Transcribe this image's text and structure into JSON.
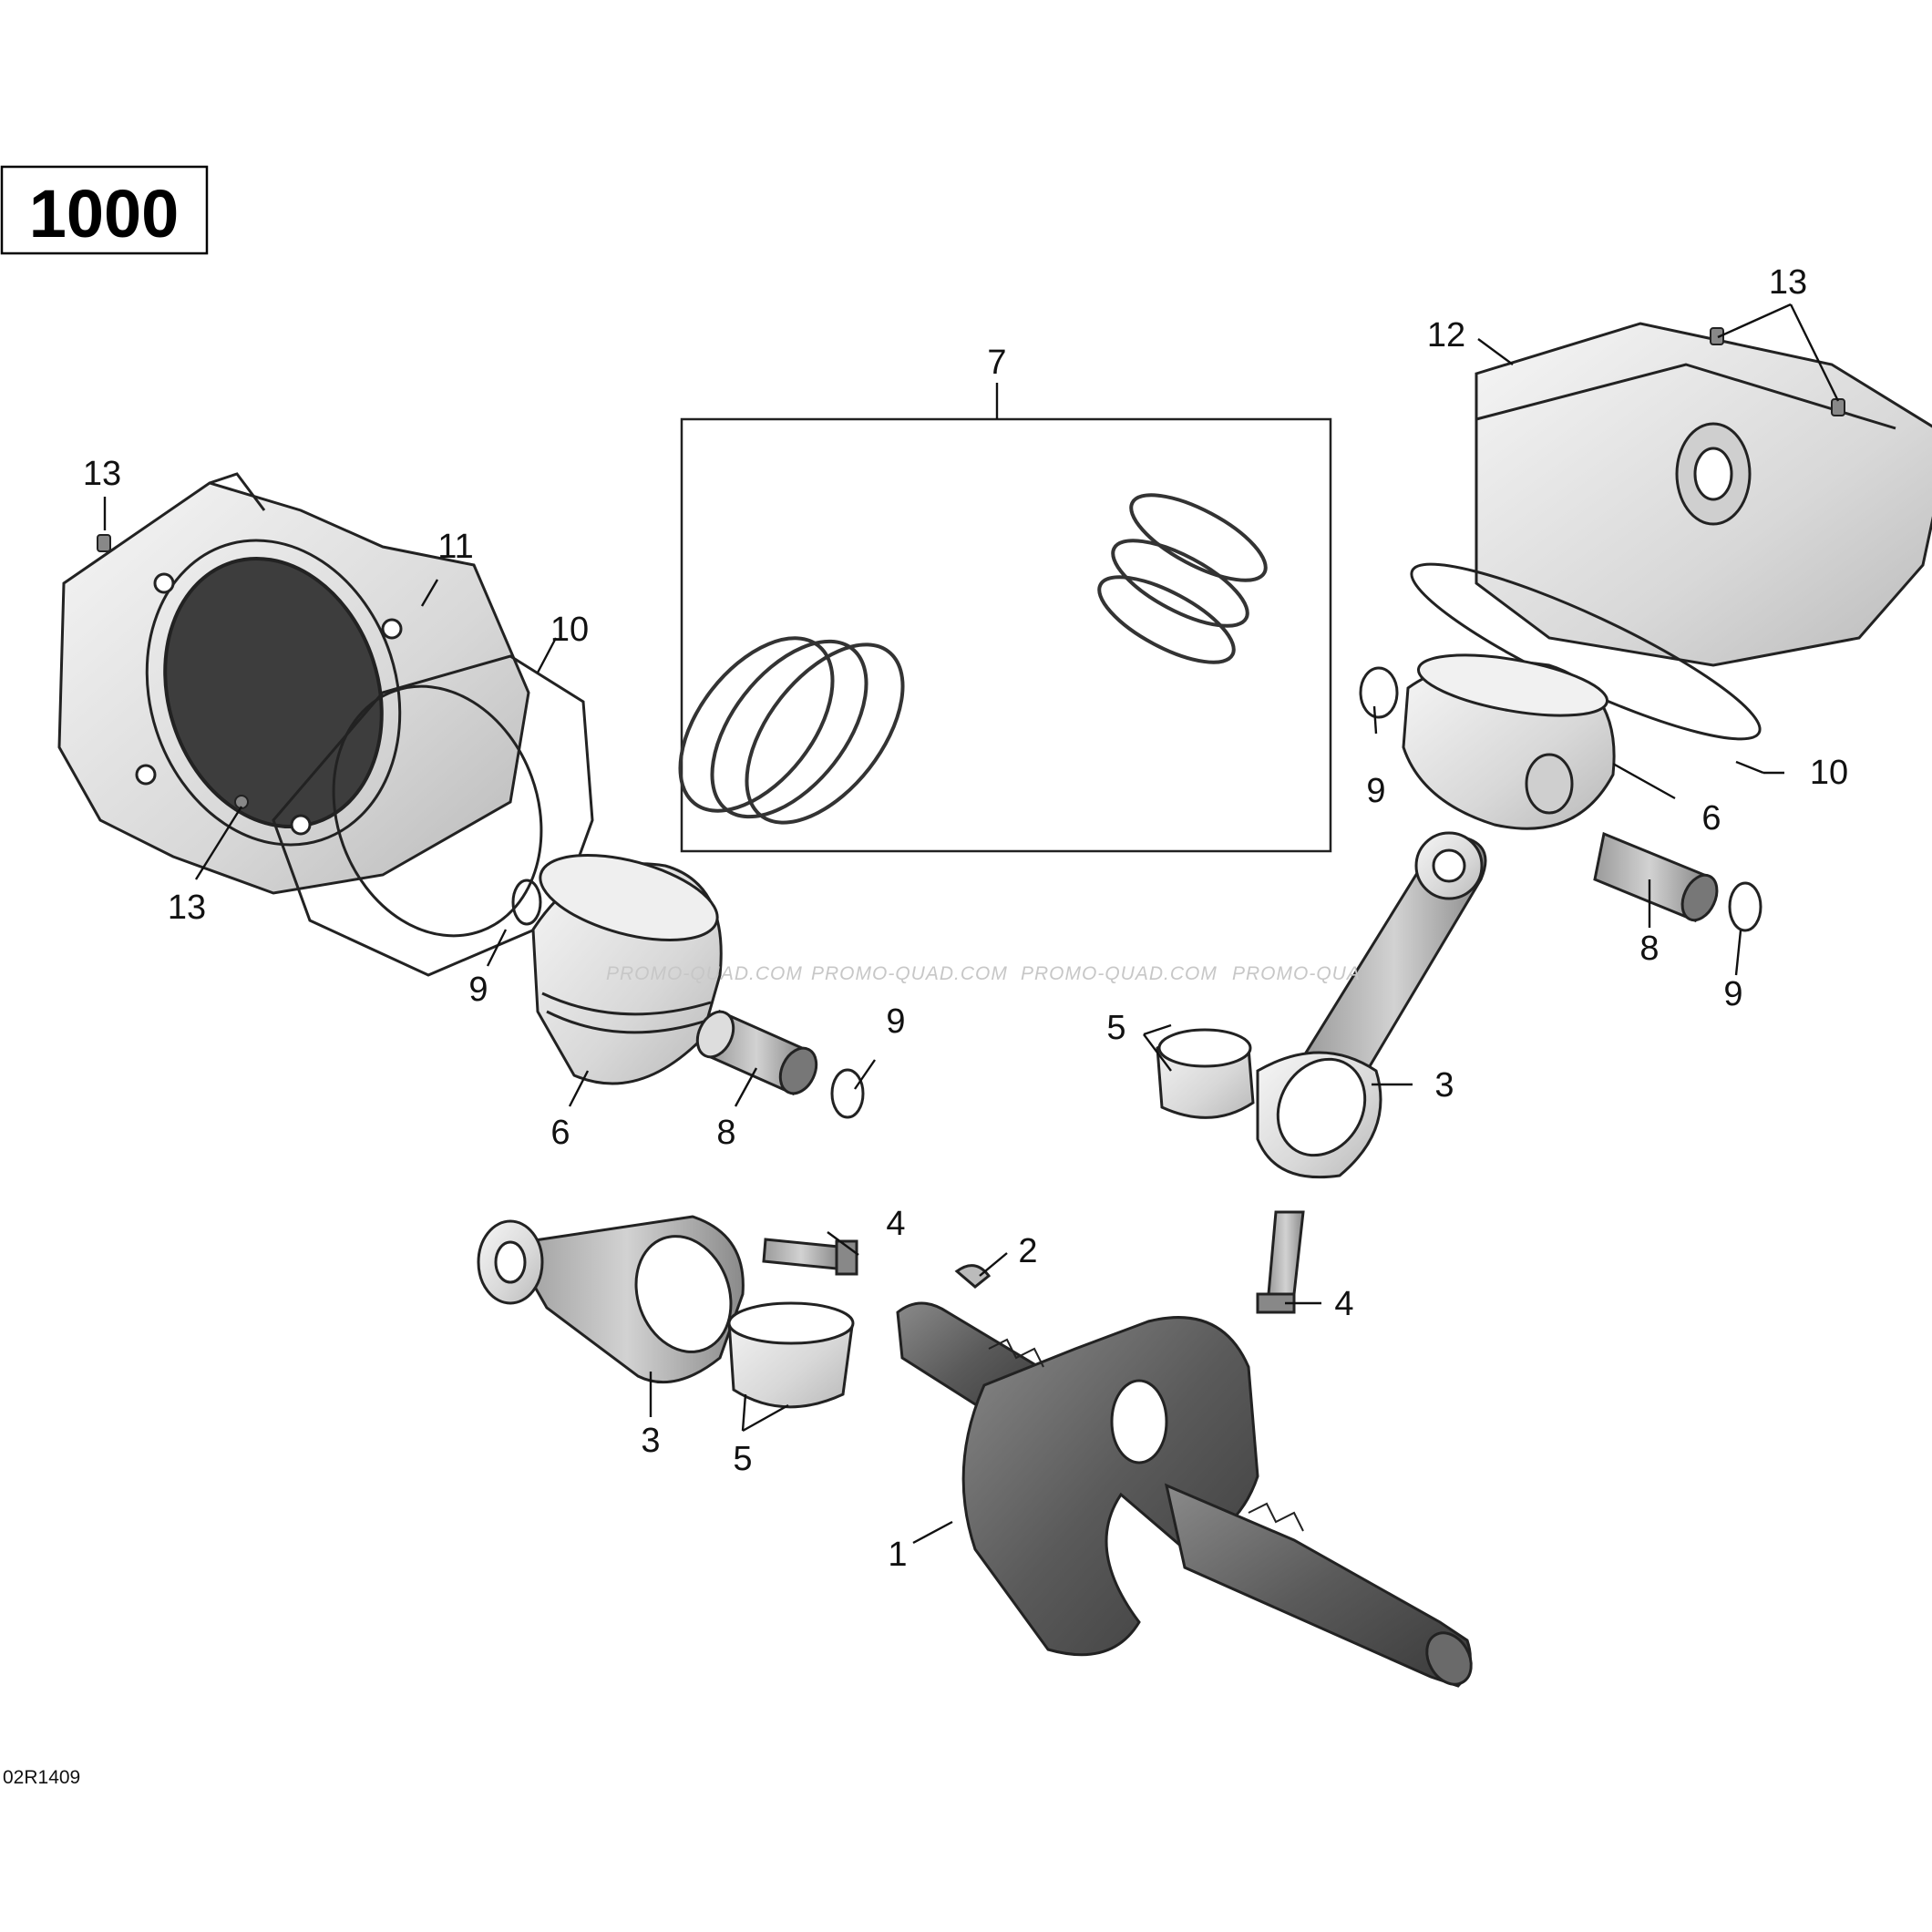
{
  "engine_label": "1000",
  "figure_code": "02R1409",
  "watermarks": [
    "PROMO-QUAD.COM",
    "PROMO-QUAD.COM",
    "PROMO-QUAD.COM",
    "PROMO-QUA"
  ],
  "callouts": {
    "c1": "1",
    "c2": "2",
    "c3a": "3",
    "c3b": "3",
    "c4a": "4",
    "c4b": "4",
    "c5a": "5",
    "c5b": "5",
    "c6a": "6",
    "c6b": "6",
    "c7": "7",
    "c8a": "8",
    "c8b": "8",
    "c9a": "9",
    "c9b": "9",
    "c9c": "9",
    "c9d": "9",
    "c10a": "10",
    "c10b": "10",
    "c11": "11",
    "c12": "12",
    "c13a": "13",
    "c13b": "13",
    "c13c": "13"
  },
  "colors": {
    "ink": "#111111",
    "metal_light": "#e4e4e4",
    "metal_dark": "#4a4a4a",
    "watermark": "#c7c7c7"
  }
}
